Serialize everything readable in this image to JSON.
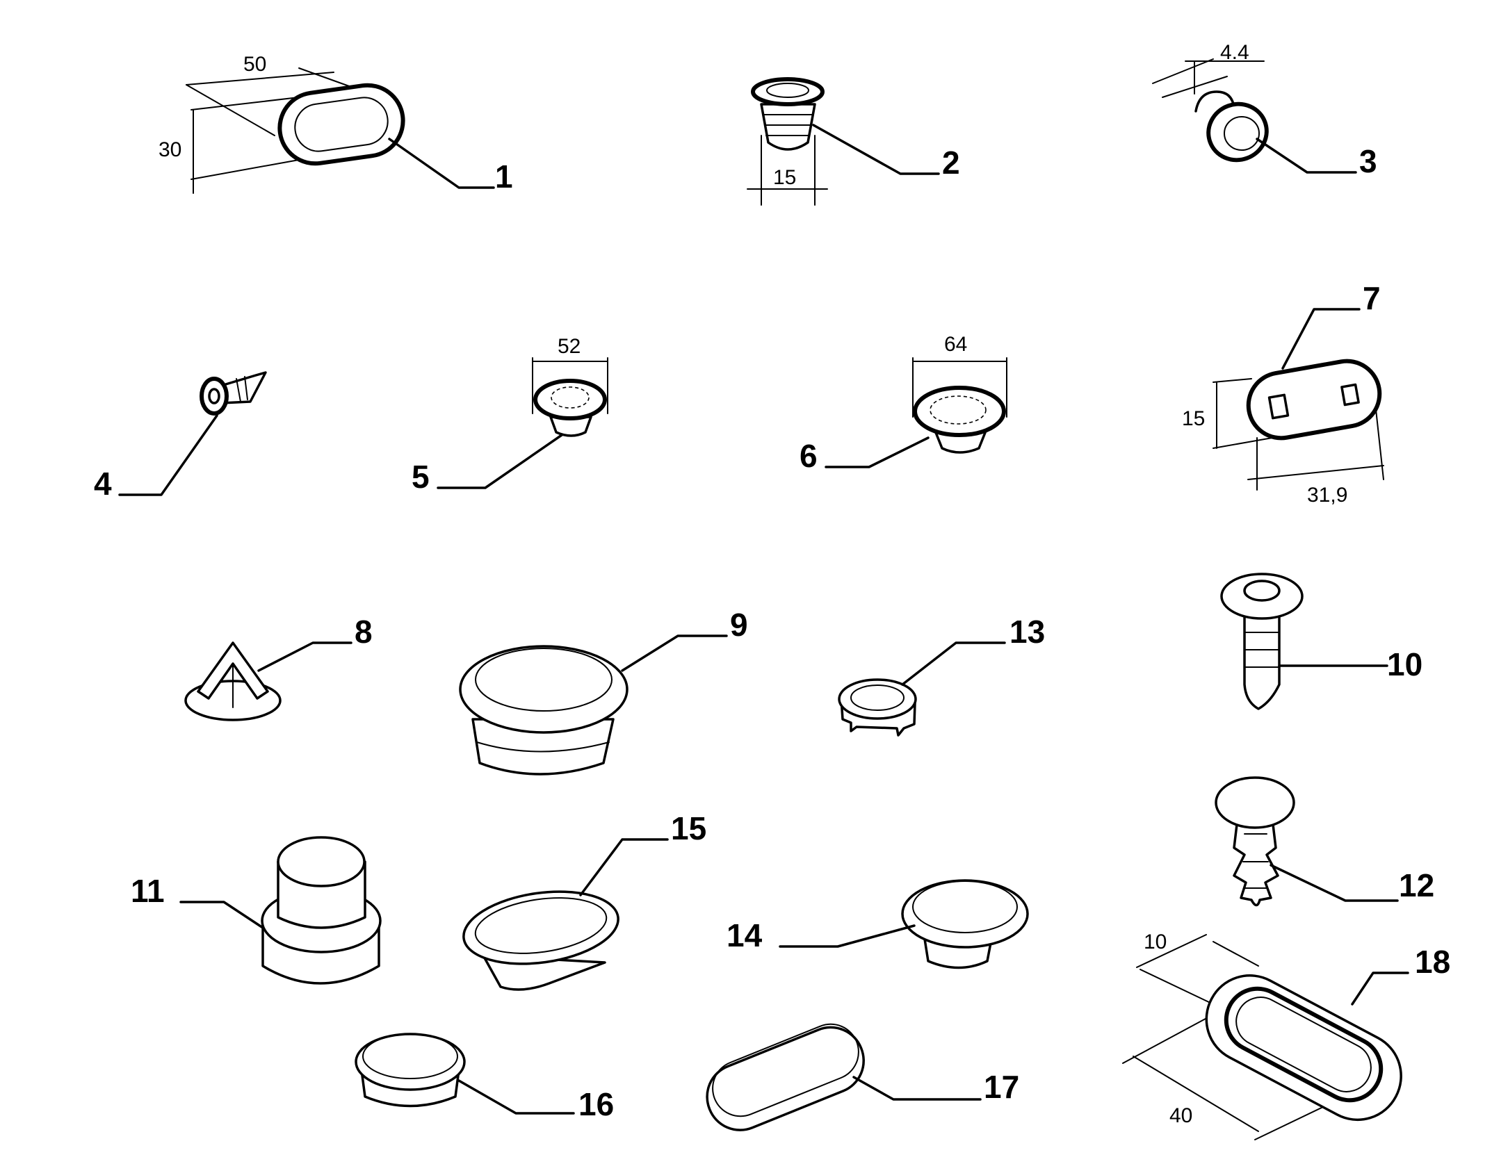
{
  "parts": [
    {
      "id": "1",
      "dimensions": [
        "50",
        "30"
      ]
    },
    {
      "id": "2",
      "dimensions": [
        "15"
      ]
    },
    {
      "id": "3",
      "dimensions": [
        "4.4"
      ]
    },
    {
      "id": "4",
      "dimensions": []
    },
    {
      "id": "5",
      "dimensions": [
        "52"
      ]
    },
    {
      "id": "6",
      "dimensions": [
        "64"
      ]
    },
    {
      "id": "7",
      "dimensions": [
        "15",
        "31,9"
      ]
    },
    {
      "id": "8",
      "dimensions": []
    },
    {
      "id": "9",
      "dimensions": []
    },
    {
      "id": "10",
      "dimensions": []
    },
    {
      "id": "11",
      "dimensions": []
    },
    {
      "id": "12",
      "dimensions": []
    },
    {
      "id": "13",
      "dimensions": []
    },
    {
      "id": "14",
      "dimensions": []
    },
    {
      "id": "15",
      "dimensions": []
    },
    {
      "id": "16",
      "dimensions": []
    },
    {
      "id": "17",
      "dimensions": []
    },
    {
      "id": "18",
      "dimensions": [
        "10",
        "40"
      ]
    }
  ],
  "colors": {
    "line": "#000000",
    "background": "#ffffff"
  }
}
